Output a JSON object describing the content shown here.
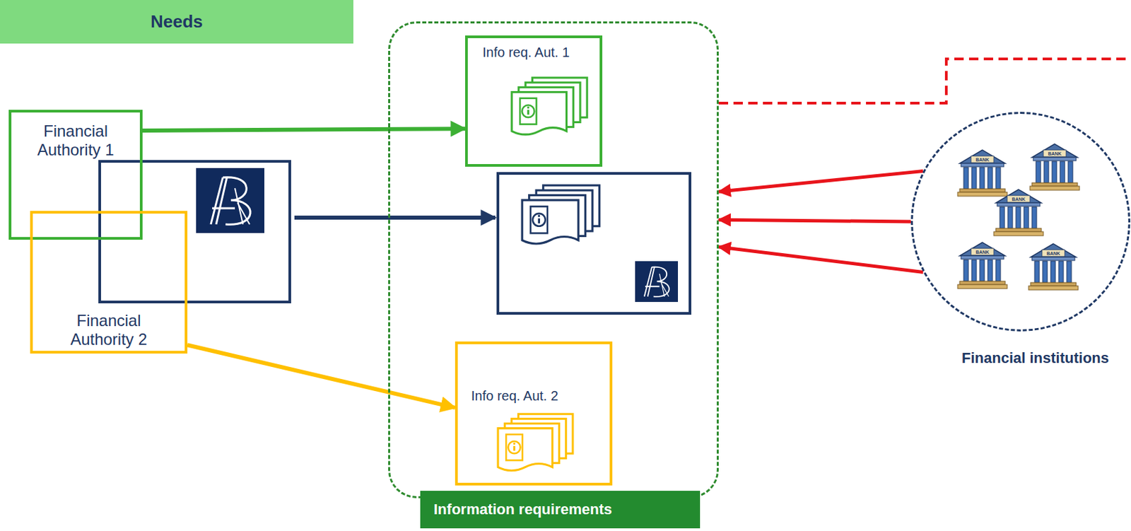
{
  "diagram": {
    "nodes": [
      {
        "text": [
          "Needs"
        ]
      },
      {
        "text": [
          "Financial Authority 1"
        ]
      },
      {
        "text": [
          "Financial Authority 2"
        ]
      },
      {
        "text": [
          "Information requirements"
        ]
      },
      {
        "text": [
          "Info req. Aut. 1"
        ],
        "in": 3
      },
      {
        "text": [
          "Info req. Aut. 2"
        ],
        "in": 3
      },
      {
        "text": [
          "Financial institutions"
        ]
      }
    ],
    "edges": [
      {
        "from": 1,
        "to": 4,
        "arrow": "to"
      },
      {
        "from": 2,
        "to": 5,
        "arrow": "to"
      },
      {
        "from": 6,
        "to": 3,
        "arrow": "to"
      },
      {
        "from": 6,
        "to": 3,
        "arrow": "to"
      },
      {
        "from": 6,
        "to": 3,
        "arrow": "to"
      }
    ],
    "labels": [
      "BANK",
      "BANK",
      "BANK",
      "BANK",
      "BANK"
    ]
  }
}
